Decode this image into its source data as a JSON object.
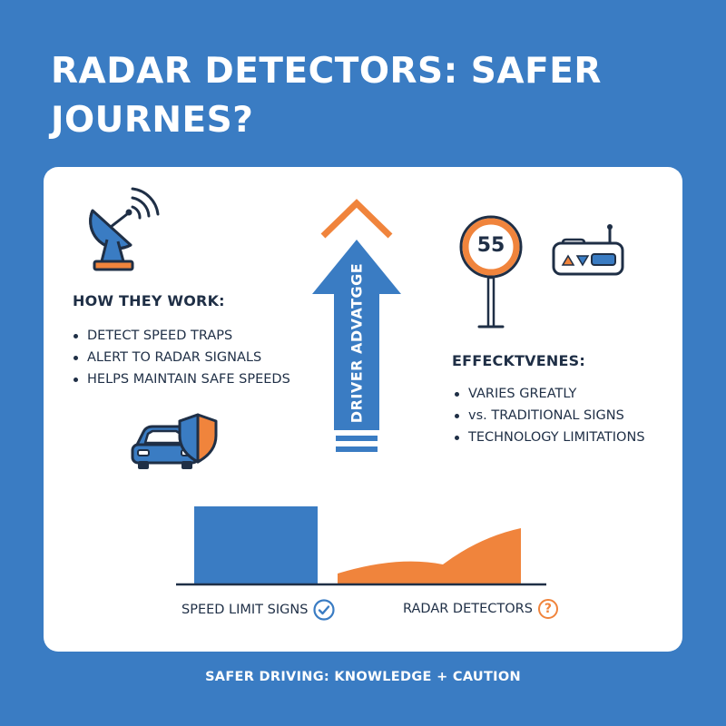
{
  "title": {
    "line1": "RADAR DETECTORS: SAFER",
    "line2": "JOURNES?"
  },
  "how_they_work": {
    "heading": "HOW THEY WORK:",
    "items": [
      "DETECT SPEED TRAPS",
      "ALERT TO RADAR SIGNALS",
      "HELPS MAINTAIN SAFE SPEEDS"
    ]
  },
  "arrow": {
    "label": "DRIVER ADVATGGE"
  },
  "speed_sign": {
    "value": "55"
  },
  "effectiveness": {
    "heading": "EFFECKTVENES:",
    "items": [
      "VARIES GREATLY",
      "vs. TRADITIONAL SIGNS",
      "TECHNOLOGY LIMITATIONS"
    ]
  },
  "comparison": {
    "left_label": "SPEED LIMIT SIGNS",
    "right_label": "RADAR DETECTORS",
    "right_icon_glyph": "?"
  },
  "footer": "SAFER DRIVING: KNOWLEDGE + CAUTION",
  "colors": {
    "background": "#3a7cc3",
    "blue": "#3a7cc3",
    "orange": "#f0843c",
    "navy": "#1f2f46"
  },
  "icons": [
    "satellite-dish-icon",
    "car-icon",
    "shield-icon",
    "speed-limit-sign-icon",
    "radar-device-icon",
    "check-circle-icon",
    "question-circle-icon"
  ]
}
